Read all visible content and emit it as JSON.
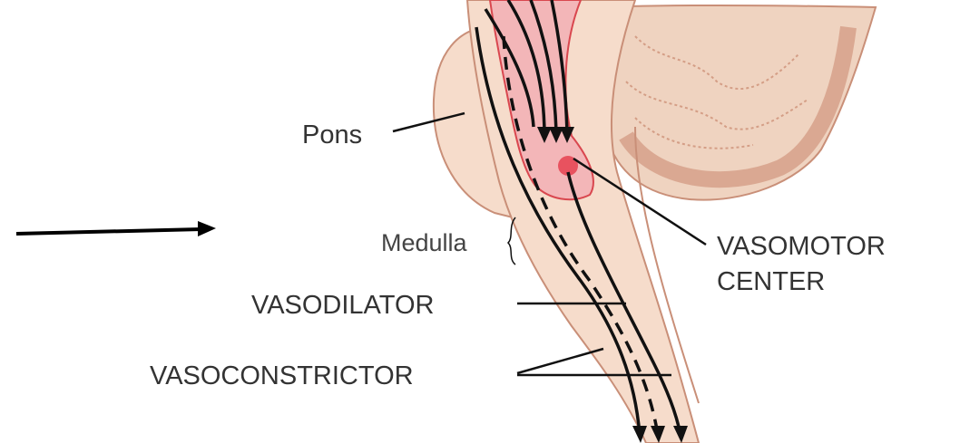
{
  "labels": {
    "pons": "Pons",
    "medulla": "Medulla",
    "vasomotor_line1": "VASOMOTOR",
    "vasomotor_line2": "CENTER",
    "vasodilator": "VASODILATOR",
    "vasoconstrictor": "VASOCONSTRICTOR"
  },
  "colors": {
    "background": "#ffffff",
    "tissue": "#f6dccb",
    "tissue_outline": "#c98f78",
    "cerebellum": "#efd3c0",
    "cerebellum_folds": "#d49e86",
    "tract_fill": "#f3b6b8",
    "tract_outline": "#d9474f",
    "vasomotor_center": "#e8525f",
    "nerve_line": "#111111",
    "text": "#333333"
  }
}
